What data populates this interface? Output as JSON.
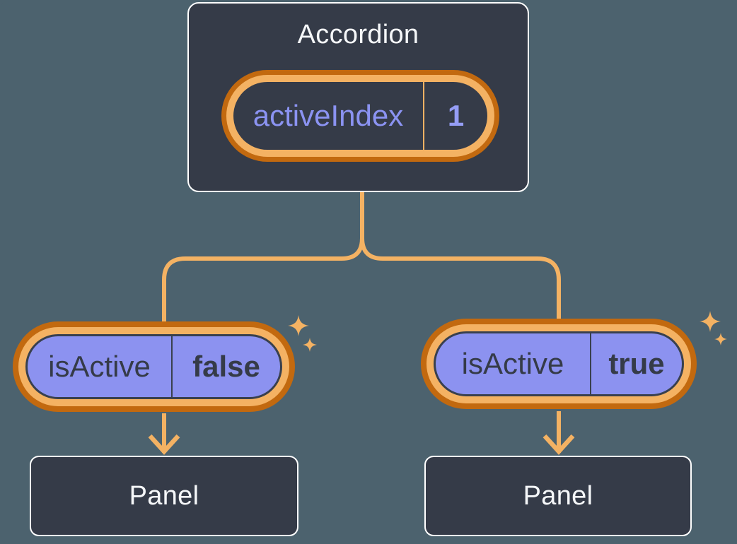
{
  "diagram": {
    "accordion": {
      "title": "Accordion",
      "state": {
        "name": "activeIndex",
        "value": "1"
      }
    },
    "children": [
      {
        "state": {
          "name": "isActive",
          "value": "false"
        },
        "panel": {
          "label": "Panel"
        }
      },
      {
        "state": {
          "name": "isActive",
          "value": "true"
        },
        "panel": {
          "label": "Panel"
        }
      }
    ],
    "colors": {
      "background": "#4C626E",
      "node_fill": "#353B48",
      "node_border": "#FFFFFF",
      "node_text": "#F5F7F9",
      "state_name_text": "#8B93F2",
      "pill_fill": "#8C92F0",
      "pill_text": "#353B48",
      "ring_outer": "#C2690F",
      "ring_inner": "#F4B263",
      "connector": "#F4B263",
      "sparkle": "#F4B263"
    },
    "icons": [
      {
        "name": "sparkle-icon",
        "glyph": "✦"
      },
      {
        "name": "arrow-down-icon",
        "glyph": "↓"
      }
    ]
  }
}
